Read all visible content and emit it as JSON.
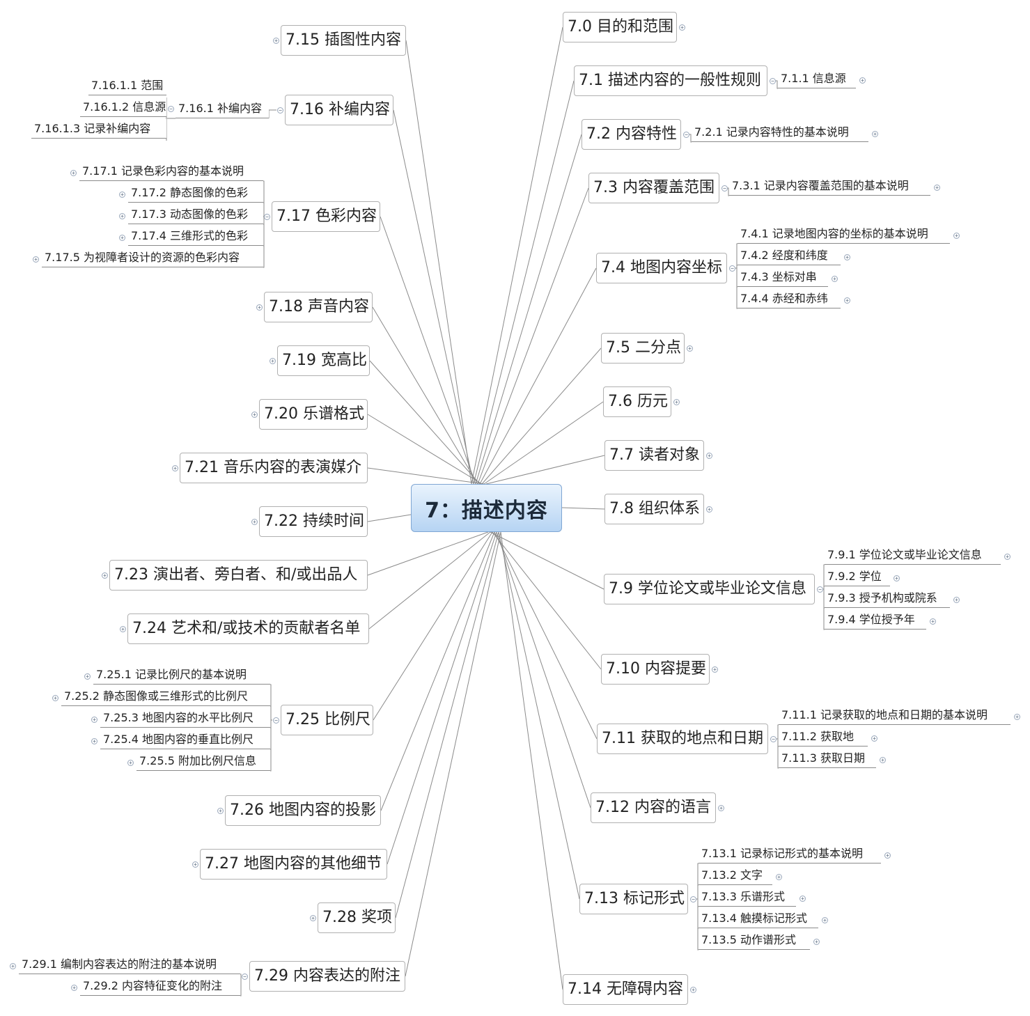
{
  "root": {
    "label": "7：描述内容"
  },
  "right": [
    {
      "label": "7.0 目的和范围",
      "children": []
    },
    {
      "label": "7.1 描述内容的一般性规则",
      "children": [
        "7.1.1 信息源"
      ]
    },
    {
      "label": "7.2 内容特性",
      "children": [
        "7.2.1 记录内容特性的基本说明"
      ]
    },
    {
      "label": "7.3 内容覆盖范围",
      "children": [
        "7.3.1 记录内容覆盖范围的基本说明"
      ]
    },
    {
      "label": "7.4 地图内容坐标",
      "children": [
        "7.4.1 记录地图内容的坐标的基本说明",
        "7.4.2 经度和纬度",
        "7.4.3 坐标对串",
        "7.4.4 赤经和赤纬"
      ]
    },
    {
      "label": "7.5 二分点",
      "children": []
    },
    {
      "label": "7.6 历元",
      "children": []
    },
    {
      "label": "7.7 读者对象",
      "children": []
    },
    {
      "label": "7.8 组织体系",
      "children": []
    },
    {
      "label": "7.9 学位论文或毕业论文信息",
      "children": [
        "7.9.1 学位论文或毕业论文信息",
        "7.9.2 学位",
        "7.9.3 授予机构或院系",
        "7.9.4 学位授予年"
      ]
    },
    {
      "label": "7.10 内容提要",
      "children": []
    },
    {
      "label": "7.11 获取的地点和日期",
      "children": [
        "7.11.1 记录获取的地点和日期的基本说明",
        "7.11.2 获取地",
        "7.11.3 获取日期"
      ]
    },
    {
      "label": "7.12 内容的语言",
      "children": []
    },
    {
      "label": "7.13 标记形式",
      "children": [
        "7.13.1 记录标记形式的基本说明",
        "7.13.2 文字",
        "7.13.3 乐谱形式",
        "7.13.4 触摸标记形式",
        "7.13.5 动作谱形式"
      ]
    },
    {
      "label": "7.14 无障碍内容",
      "children": []
    }
  ],
  "left": [
    {
      "label": "7.15 插图性内容",
      "children": []
    },
    {
      "label": "7.16 补编内容",
      "children": [
        {
          "label": "7.16.1 补编内容",
          "children": [
            "7.16.1.1 范围",
            "7.16.1.2 信息源",
            "7.16.1.3 记录补编内容"
          ]
        }
      ]
    },
    {
      "label": "7.17 色彩内容",
      "children": [
        "7.17.1 记录色彩内容的基本说明",
        "7.17.2 静态图像的色彩",
        "7.17.3 动态图像的色彩",
        "7.17.4 三维形式的色彩",
        "7.17.5 为视障者设计的资源的色彩内容"
      ]
    },
    {
      "label": "7.18 声音内容",
      "children": []
    },
    {
      "label": "7.19 宽高比",
      "children": []
    },
    {
      "label": "7.20 乐谱格式",
      "children": []
    },
    {
      "label": "7.21 音乐内容的表演媒介",
      "children": []
    },
    {
      "label": "7.22 持续时间",
      "children": []
    },
    {
      "label": "7.23 演出者、旁白者、和/或出品人",
      "children": []
    },
    {
      "label": "7.24 艺术和/或技术的贡献者名单",
      "children": []
    },
    {
      "label": "7.25 比例尺",
      "children": [
        "7.25.1 记录比例尺的基本说明",
        "7.25.2 静态图像或三维形式的比例尺",
        "7.25.3 地图内容的水平比例尺",
        "7.25.4 地图内容的垂直比例尺",
        "7.25.5 附加比例尺信息"
      ]
    },
    {
      "label": "7.26 地图内容的投影",
      "children": []
    },
    {
      "label": "7.27 地图内容的其他细节",
      "children": []
    },
    {
      "label": "7.28 奖项",
      "children": []
    },
    {
      "label": "7.29 内容表达的附注",
      "children": [
        "7.29.1 编制内容表达的附注的基本说明",
        "7.29.2 内容特征变化的附注"
      ]
    }
  ],
  "colors": {
    "root_fill": "#b6d4f3",
    "root_border": "#7fa6d3",
    "line": "#8a8a8a",
    "node_border": "#b0b0b0"
  },
  "icons": {
    "collapsed": "expand-plus-icon",
    "expanded": "collapse-minus-icon"
  }
}
